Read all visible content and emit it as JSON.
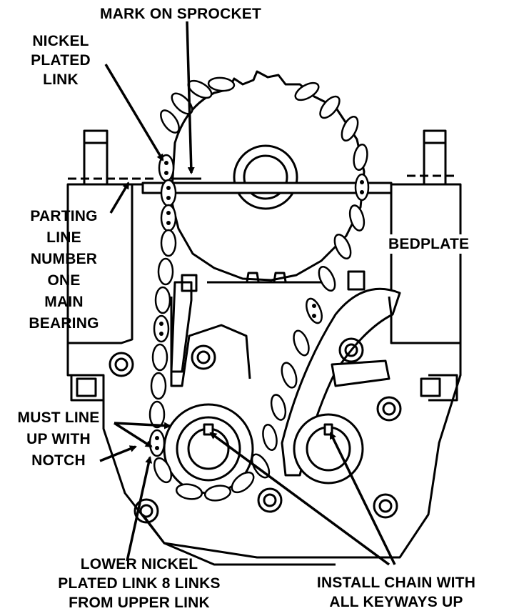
{
  "labels": {
    "mark_on_sprocket": "MARK ON SPROCKET",
    "nickel_plated_link": [
      "NICKEL",
      "PLATED",
      "LINK"
    ],
    "parting_line": [
      "PARTING",
      "LINE",
      "NUMBER",
      "ONE",
      "MAIN",
      "BEARING"
    ],
    "bedplate": "BEDPLATE",
    "must_line_up": [
      "MUST LINE",
      "UP WITH",
      "NOTCH"
    ],
    "lower_nickel_link": [
      "LOWER NICKEL",
      "PLATED LINK 8 LINKS",
      "FROM UPPER LINK"
    ],
    "install_chain": [
      "INSTALL CHAIN WITH",
      "ALL KEYWAYS UP"
    ]
  },
  "colors": {
    "ink": "#000000",
    "paper": "#ffffff"
  }
}
